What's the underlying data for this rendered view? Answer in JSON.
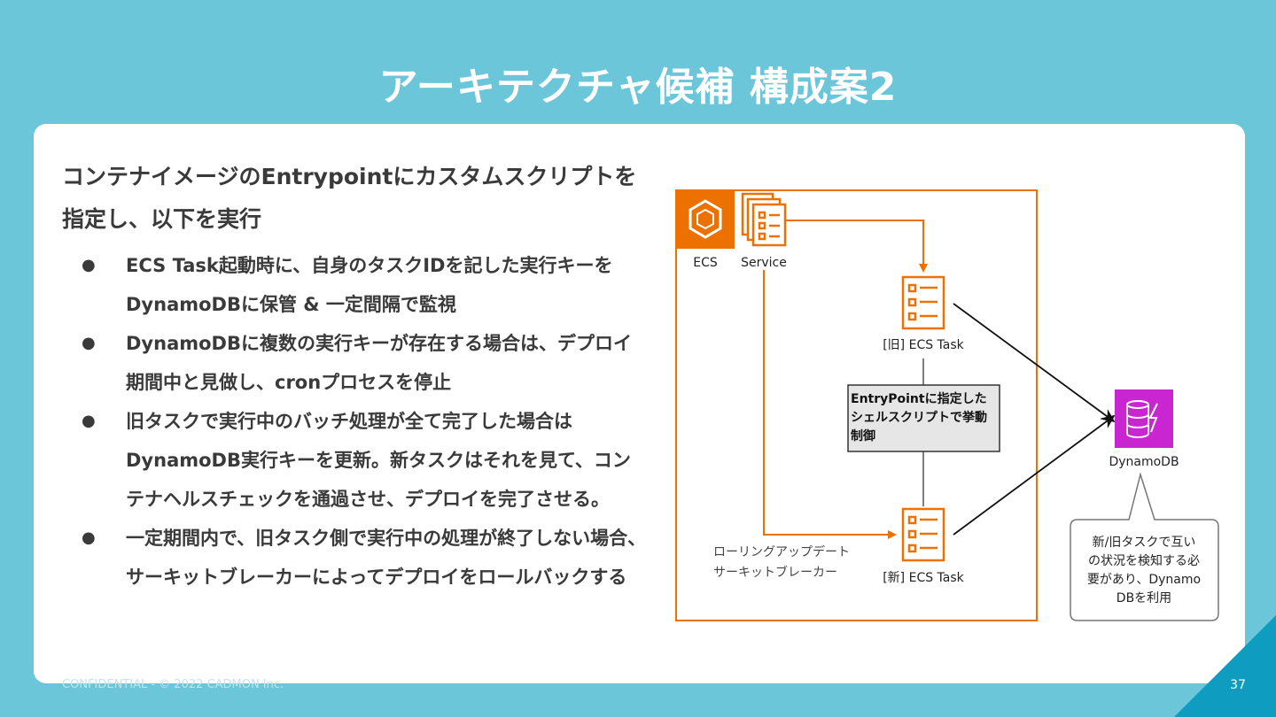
{
  "title": "アーキテクチャ候補 構成案2",
  "lead": "コンテナイメージのEntrypointにカスタムスクリプトを指定し、以下を実行",
  "bullets": [
    "ECS Task起動時に、自身のタスクIDを記した実行キーをDynamoDBに保管 & 一定間隔で監視",
    "DynamoDBに複数の実行キーが存在する場合は、デプロイ期間中と見做し、cronプロセスを停止",
    "旧タスクで実行中のバッチ処理が全て完了した場合はDynamoDB実行キーを更新。新タスクはそれを見て、コンテナヘルスチェックを通過させ、デプロイを完了させる。",
    "一定期間内で、旧タスク側で実行中の処理が終了しない場合、サーキットブレーカーによってデプロイをロールバックする"
  ],
  "bullet_marker": "●",
  "diagram": {
    "ecs_label": "ECS",
    "service_label": "Service",
    "old_task_label": "[旧] ECS Task",
    "new_task_label": "[新] ECS Task",
    "entrypoint_note": [
      "EntryPointに指定した",
      "シェルスクリプトで挙動",
      "制御"
    ],
    "rolling_labels": [
      "ローリングアップデート",
      "サーキットブレーカー"
    ],
    "dynamodb_label": "DynamoDB",
    "callout": [
      "新/旧タスクで互い",
      "の状況を検知する必",
      "要があり、Dynamo",
      "DBを利用"
    ],
    "colors": {
      "orange": "#ed7100",
      "dynamodb": "#c925d1"
    }
  },
  "footer": "CONFIDENTIAL - © 2022 CADMON Inc.",
  "page_number": "37"
}
